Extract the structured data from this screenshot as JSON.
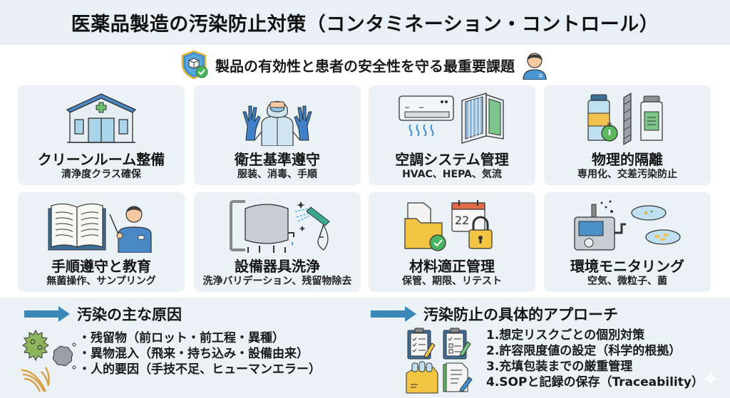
{
  "header": {
    "title": "医薬品製造の汚染防止対策（コンタミネーション・コントロール）",
    "subtitle": "製品の有効性と患者の安全性を守る最重要課題",
    "left_icon": "shield-check-icon",
    "right_icon": "person-icon"
  },
  "cards": [
    {
      "title": "クリーンルーム整備",
      "subtitle": "清浄度クラス確保",
      "icon": "cleanroom-building-icon"
    },
    {
      "title": "衛生基準遵守",
      "subtitle": "服装、消毒、手順",
      "icon": "protective-suit-icon"
    },
    {
      "title": "空調システム管理",
      "subtitle": "HVAC、HEPA、気流",
      "icon": "air-conditioner-filter-icon"
    },
    {
      "title": "物理的隔離",
      "subtitle": "専用化、交差汚染防止",
      "icon": "bottles-wall-icon"
    },
    {
      "title": "手順遵守と教育",
      "subtitle": "無菌操作、サンプリング",
      "icon": "book-teacher-icon"
    },
    {
      "title": "設備器具洗浄",
      "subtitle": "洗浄バリデーション、残留物除去",
      "icon": "tank-washer-icon"
    },
    {
      "title": "材料適正管理",
      "subtitle": "保管、期限、リテスト",
      "icon": "folder-calendar-lock-icon",
      "calendar_day": "22"
    },
    {
      "title": "環境モニタリング",
      "subtitle": "空気、微粒子、菌",
      "icon": "air-sampler-petri-icon"
    }
  ],
  "causes": {
    "title": "汚染の主な原因",
    "items": [
      "・残留物（前ロット・前工程・異種）",
      "・異物混入（飛来・持ち込み・設備由来）",
      "・人的要因（手技不足、ヒューマンエラー）"
    ],
    "icon": "germs-dust-hair-icon"
  },
  "approaches": {
    "title": "汚染防止の具体的アプローチ",
    "items": [
      "1.想定リスクごとの個別対策",
      "2.許容限度値の設定（科学的根拠）",
      "3.充填包装までの厳重管理",
      "4.SOPと記録の保存（Traceability）"
    ],
    "icon": "checklists-box-document-icon"
  },
  "colors": {
    "title_band": "#e9f0f5",
    "card_bg": "#eaf2f6",
    "accent_blue": "#3b87b8",
    "green": "#5cb85c"
  }
}
